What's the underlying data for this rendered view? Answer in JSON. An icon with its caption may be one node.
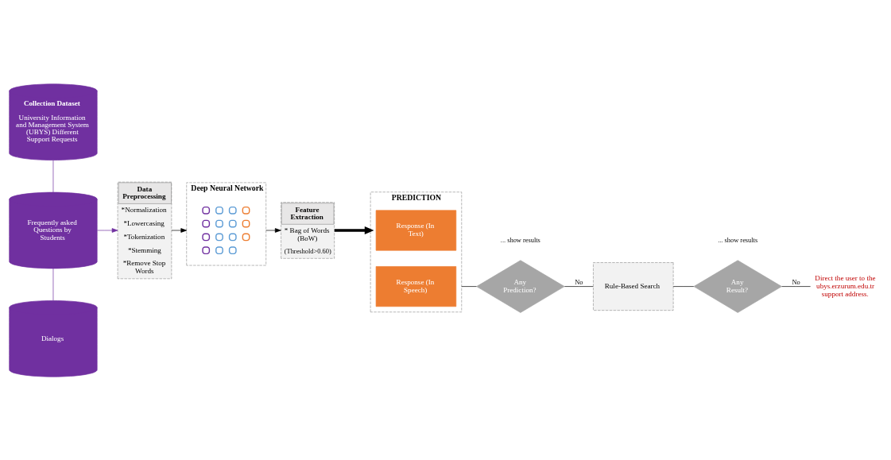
{
  "diagram": {
    "nodes": [
      {
        "text": [
          "Collection Dataset",
          "University Information and Management System (UBYS) Different Support Requests"
        ]
      },
      {
        "text": [
          "Frequently asked Questions by Students"
        ]
      },
      {
        "text": [
          "Dialogs"
        ]
      },
      {
        "text": [
          "Data Preprocessing",
          "*Normalization",
          "*Lowercasing",
          "*Tokenization",
          "*Stemming",
          "*Remove Stop Words"
        ]
      },
      {
        "text": [
          "Deep Neural Network"
        ]
      },
      {
        "text": [],
        "shape": "picture",
        "in": 4
      },
      {
        "text": [
          "Feature Extraction",
          "* Bag of Words (BoW)",
          "(Threshold>0.60)"
        ]
      },
      {
        "text": [
          "PREDICTION"
        ]
      },
      {
        "text": [
          "Response (In Text)"
        ],
        "in": 7
      },
      {
        "text": [
          "Response (In Speech)"
        ],
        "in": 7
      },
      {
        "text": [
          "Any Prediction?"
        ],
        "beside": [
          "... show results"
        ]
      },
      {
        "text": [
          "Rule-Based Search"
        ]
      },
      {
        "text": [
          "Any Result?"
        ],
        "beside": [
          "... show results"
        ]
      },
      {
        "text": [
          "Direct the user to the ubys.erzurum.edu.tr support address."
        ]
      }
    ],
    "edges": [
      {
        "from": 0,
        "to": 1,
        "arrow": "none",
        "color": "#7030a0"
      },
      {
        "from": 1,
        "to": 2,
        "arrow": "none",
        "color": "#7030a0"
      },
      {
        "from": 1,
        "to": 3,
        "arrow": "to",
        "color": "#7030a0"
      },
      {
        "from": 3,
        "to": 4,
        "arrow": "to"
      },
      {
        "from": 4,
        "to": 6,
        "arrow": "to"
      },
      {
        "from": 6,
        "to": 7,
        "arrow": "to",
        "style": "thick"
      },
      {
        "from": 7,
        "to": 10,
        "arrow": "none"
      },
      {
        "from": 10,
        "to": 11,
        "arrow": "none",
        "label": "No"
      },
      {
        "from": 11,
        "to": 12,
        "arrow": "none"
      },
      {
        "from": 12,
        "to": 13,
        "arrow": "none",
        "label": "No"
      }
    ]
  }
}
